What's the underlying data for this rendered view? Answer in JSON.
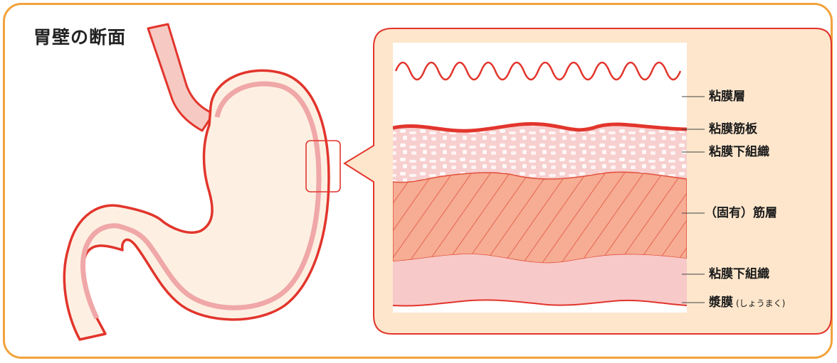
{
  "title": "胃壁の断面",
  "labels": {
    "mucosa": "粘膜層",
    "muscularis_mucosae": "粘膜筋板",
    "submucosa_1": "粘膜下組織",
    "muscularis_propria": "（固有）筋層",
    "submucosa_2": "粘膜下組織",
    "serosa": "漿膜",
    "serosa_reading": "(しょうまく)"
  },
  "colors": {
    "frame": "#f2a23c",
    "panel_fill": "#fde6cc",
    "stomach_outline": "#e2352c",
    "stomach_fill": "#fdf0e3",
    "stomach_inner": "#f0a7a7",
    "muscle_layer": "#f6ad94",
    "submucosa_lower": "#f8c9c9",
    "serosa": "#f6d2d2"
  }
}
